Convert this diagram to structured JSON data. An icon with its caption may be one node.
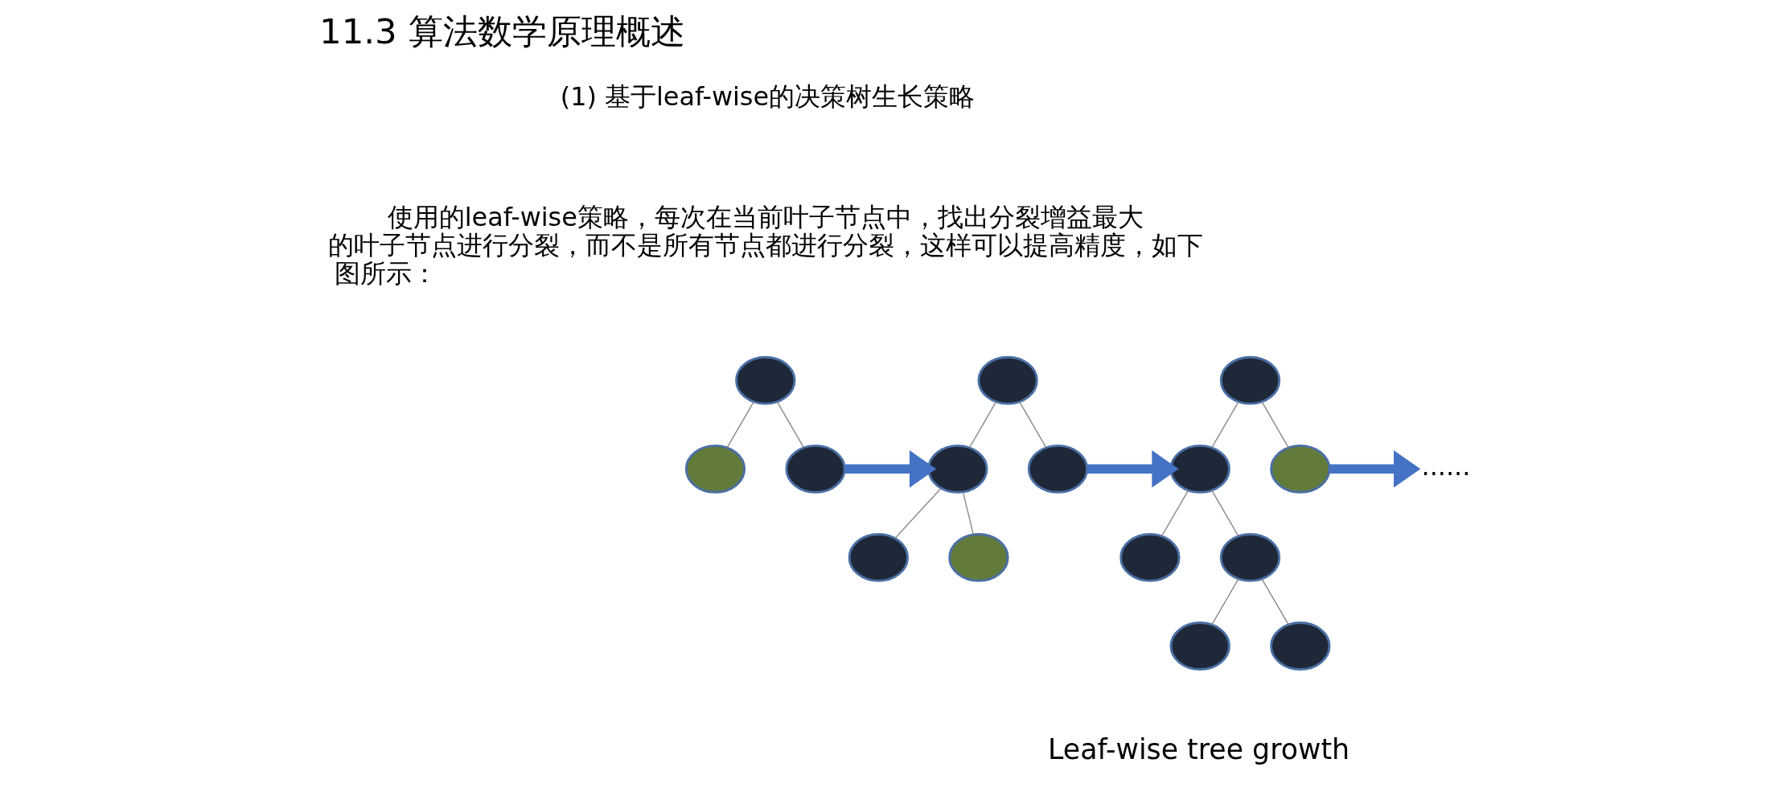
{
  "diagram": {
    "title": "11.3 算法数学原理概述",
    "nodes": [
      {
        "text": [],
        "shape": "circle"
      },
      {
        "text": [],
        "shape": "circle"
      },
      {
        "text": [],
        "shape": "circle"
      },
      {
        "text": [],
        "shape": "circle"
      },
      {
        "text": [],
        "shape": "circle"
      },
      {
        "text": [],
        "shape": "circle"
      },
      {
        "text": [],
        "shape": "circle"
      },
      {
        "text": [],
        "shape": "circle"
      },
      {
        "text": [],
        "shape": "circle"
      },
      {
        "text": [],
        "shape": "circle"
      },
      {
        "text": [],
        "shape": "circle"
      },
      {
        "text": [],
        "shape": "circle"
      },
      {
        "text": [],
        "shape": "circle"
      },
      {
        "text": [],
        "shape": "circle"
      },
      {
        "text": [],
        "shape": "circle"
      },
      {
        "text": [
          "......"
        ]
      }
    ],
    "edges": [
      {
        "from": 0,
        "to": 1,
        "arrow": "none"
      },
      {
        "from": 0,
        "to": 2,
        "arrow": "none"
      },
      {
        "from": 2,
        "to": 4,
        "arrow": "to",
        "style": "thick",
        "color": "#4472c4"
      },
      {
        "from": 3,
        "to": 4,
        "arrow": "none"
      },
      {
        "from": 3,
        "to": 5,
        "arrow": "none"
      },
      {
        "from": 4,
        "to": 6,
        "arrow": "none"
      },
      {
        "from": 4,
        "to": 7,
        "arrow": "none"
      },
      {
        "from": 5,
        "to": 9,
        "arrow": "to",
        "style": "thick",
        "color": "#4472c4"
      },
      {
        "from": 8,
        "to": 9,
        "arrow": "none"
      },
      {
        "from": 8,
        "to": 10,
        "arrow": "none"
      },
      {
        "from": 9,
        "to": 11,
        "arrow": "none"
      },
      {
        "from": 9,
        "to": 12,
        "arrow": "none"
      },
      {
        "from": 12,
        "to": 13,
        "arrow": "none"
      },
      {
        "from": 12,
        "to": 14,
        "arrow": "none"
      },
      {
        "from": 10,
        "to": 15,
        "arrow": "to",
        "style": "thick",
        "color": "#4472c4"
      }
    ],
    "labels": [
      "(1) 基于leaf-wise的决策树生长策略",
      "使用的leaf-wise策略，每次在当前叶子节点中，找出分裂增益最大的叶子节点进行分裂，而不是所有节点都进行分裂，这样可以提高精度，如下图所示：",
      "Leaf-wise tree growth"
    ]
  }
}
